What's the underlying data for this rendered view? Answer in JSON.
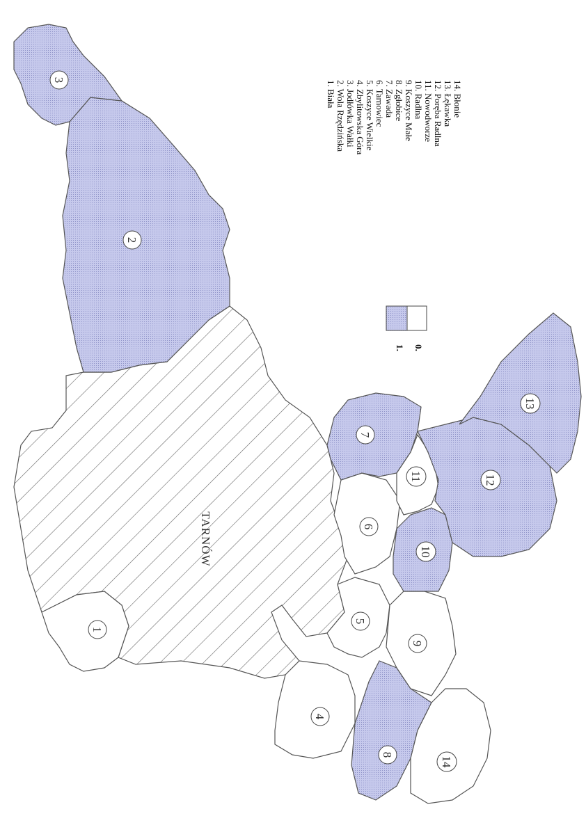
{
  "map": {
    "city_label": "TARNÓW",
    "fill_colors": {
      "value_1": "#c6c9ec",
      "value_0": "#ffffff",
      "outline": "#555555",
      "hatch": "#666666"
    },
    "legend": {
      "keys": [
        {
          "value": 1,
          "label": "1."
        },
        {
          "value": 0,
          "label": "0."
        }
      ],
      "entries": [
        "1. Biała",
        "2. Wola Rzędzińska",
        "3. Jodłówka Wałki",
        "4. Zbylitowska Góra",
        "5. Koszyce Wielkie",
        "6. Tarnowiec",
        "7. Zawada",
        "8. Zgłobice",
        "9. Koszyce Małe",
        "10. Radlna",
        "11. Nowodworze",
        "12. Poręba Radlna",
        "13. Łękawka",
        "14. Błonie"
      ]
    },
    "regions": [
      {
        "id": 1,
        "label": "1",
        "value": 0
      },
      {
        "id": 2,
        "label": "2",
        "value": 1
      },
      {
        "id": 3,
        "label": "3",
        "value": 1
      },
      {
        "id": 4,
        "label": "4",
        "value": 0
      },
      {
        "id": 5,
        "label": "5",
        "value": 0
      },
      {
        "id": 6,
        "label": "6",
        "value": 0
      },
      {
        "id": 7,
        "label": "7",
        "value": 1
      },
      {
        "id": 8,
        "label": "8",
        "value": 1
      },
      {
        "id": 9,
        "label": "9",
        "value": 0
      },
      {
        "id": 10,
        "label": "10",
        "value": 1
      },
      {
        "id": 11,
        "label": "11",
        "value": 0
      },
      {
        "id": 12,
        "label": "12",
        "value": 1
      },
      {
        "id": 13,
        "label": "13",
        "value": 1
      },
      {
        "id": 14,
        "label": "14",
        "value": 0
      }
    ]
  }
}
